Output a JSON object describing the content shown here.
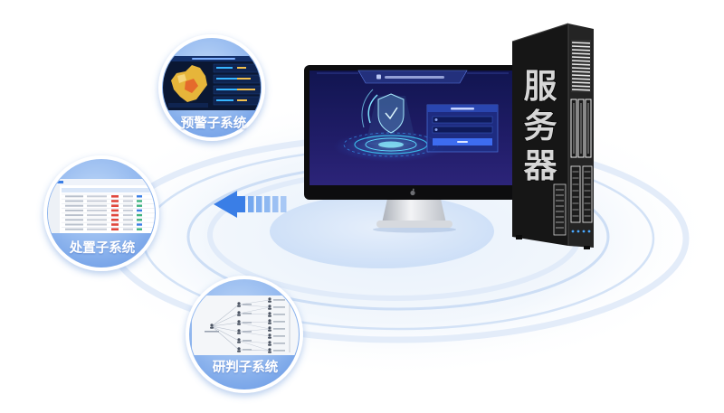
{
  "diagram": {
    "subsystems": [
      {
        "label": "预警子系统"
      },
      {
        "label": "处置子系统"
      },
      {
        "label": "研判子系统"
      }
    ],
    "server": {
      "label_chars": [
        "服",
        "务",
        "器"
      ]
    }
  },
  "colors": {
    "accent": "#3a7ee6",
    "arrow_stripe": "#6ea3ee",
    "bubble": "#94b9ef",
    "ring": "#d3e2f6",
    "screen": "#1f1c66",
    "server": "#161616"
  },
  "icons": {
    "monitor_logo": "apple-logo-icon",
    "direction_arrow": "arrow-left-icon",
    "screen_emblem": "shield-icon"
  }
}
